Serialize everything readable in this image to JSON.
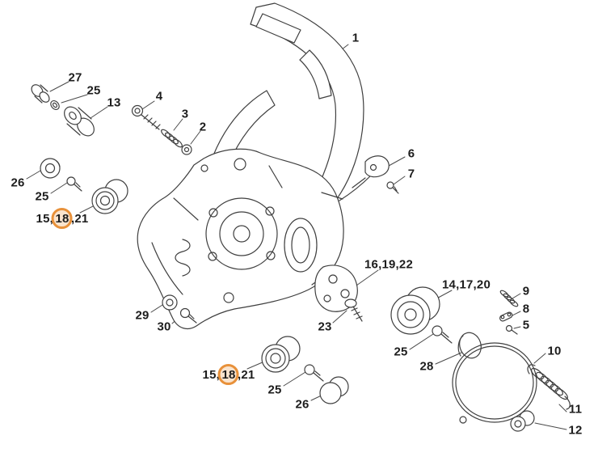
{
  "figure": {
    "type": "exploded-parts-diagram",
    "background_color": "#ffffff",
    "line_color": "#3f3f3f",
    "label_color": "#1d1d1d",
    "highlight_color": "#e8913a",
    "highlight_fill": "rgba(240,166,94,0.3)",
    "highlighted_part": "18",
    "labels": {
      "l1": "1",
      "l27": "27",
      "l25a": "25",
      "l13": "13",
      "l4": "4",
      "l3": "3",
      "l2": "2",
      "l6": "6",
      "l7": "7",
      "l26a": "26",
      "l25b": "25",
      "buffer_top": {
        "prefix": "15,",
        "highlight": "18",
        "suffix": ",21"
      },
      "l16": "16,19,22",
      "l14": "14,17,20",
      "l9": "9",
      "l8": "8",
      "l5": "5",
      "l29": "29",
      "l30": "30",
      "l23": "23",
      "l25c": "25",
      "l28": "28",
      "l10": "10",
      "buffer_bottom": {
        "prefix": "15,",
        "highlight": "18",
        "suffix": ",21"
      },
      "l25d": "25",
      "l26b": "26",
      "l11": "11",
      "l12": "12"
    }
  }
}
